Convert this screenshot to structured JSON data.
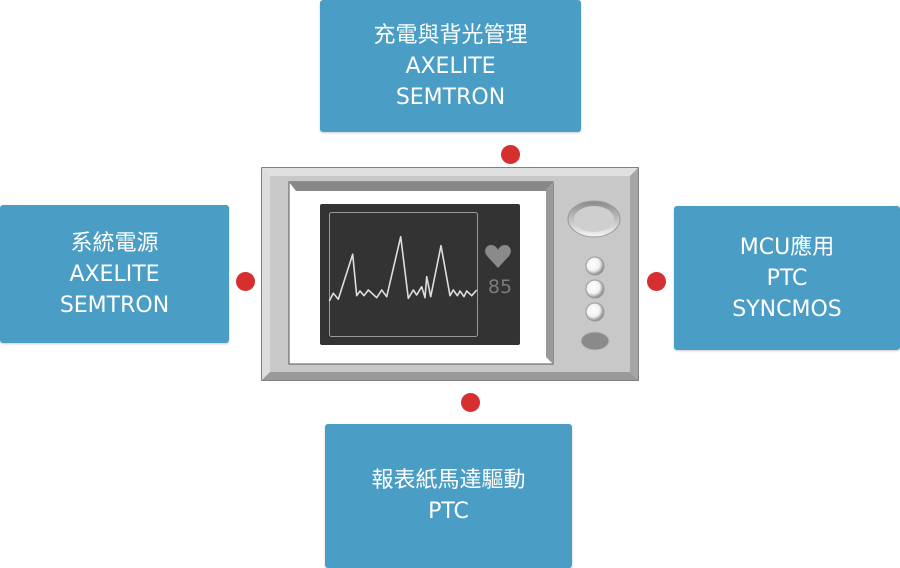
{
  "boxes": {
    "top": {
      "lines": [
        "充電與背光管理",
        "AXELITE",
        "SEMTRON"
      ]
    },
    "left": {
      "lines": [
        "系統電源",
        "AXELITE",
        "SEMTRON"
      ]
    },
    "right": {
      "lines": [
        "MCU應用",
        "PTC",
        "SYNCMOS"
      ]
    },
    "bottom": {
      "lines": [
        "報表紙馬達驅動",
        "PTC"
      ]
    }
  },
  "monitor": {
    "heart_rate": "85",
    "icon": "heart-icon"
  },
  "colors": {
    "box": "#4a9dc4",
    "dot": "#d62f2f"
  }
}
